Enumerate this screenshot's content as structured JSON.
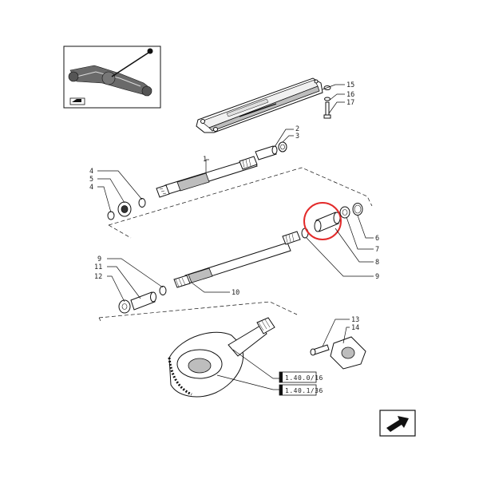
{
  "diagram": {
    "highlight_color": "#e32b2b",
    "callouts": [
      {
        "id": "c15",
        "text": "15"
      },
      {
        "id": "c16",
        "text": "16"
      },
      {
        "id": "c17",
        "text": "17"
      },
      {
        "id": "c1",
        "text": "1"
      },
      {
        "id": "c2",
        "text": "2"
      },
      {
        "id": "c3",
        "text": "3"
      },
      {
        "id": "c4a",
        "text": "4"
      },
      {
        "id": "c5",
        "text": "5"
      },
      {
        "id": "c4b",
        "text": "4"
      },
      {
        "id": "c6",
        "text": "6"
      },
      {
        "id": "c7",
        "text": "7"
      },
      {
        "id": "c8",
        "text": "8"
      },
      {
        "id": "c9a",
        "text": "9"
      },
      {
        "id": "c11",
        "text": "11"
      },
      {
        "id": "c12",
        "text": "12"
      },
      {
        "id": "c9b",
        "text": "9"
      },
      {
        "id": "c10",
        "text": "10"
      },
      {
        "id": "c13",
        "text": "13"
      },
      {
        "id": "c14",
        "text": "14"
      }
    ],
    "references": [
      {
        "id": "r1",
        "text": "1.40.0/16"
      },
      {
        "id": "r2",
        "text": "1.40.1/36"
      }
    ],
    "icons": {
      "thumbnail": "axle-thumbnail-icon",
      "nav": "arrow-next-icon"
    }
  }
}
